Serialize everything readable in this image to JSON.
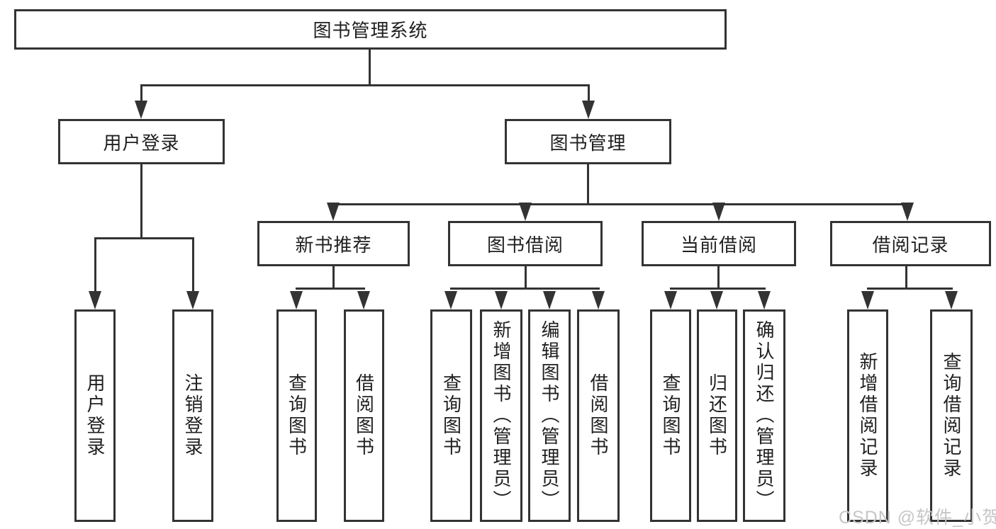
{
  "root": {
    "label": "图书管理系统"
  },
  "level2": {
    "user_login": {
      "label": "用户登录"
    },
    "book_management": {
      "label": "图书管理"
    }
  },
  "level3": {
    "new_book_recommend": {
      "label": "新书推荐"
    },
    "book_borrow": {
      "label": "图书借阅"
    },
    "current_borrow": {
      "label": "当前借阅"
    },
    "borrow_records": {
      "label": "借阅记录"
    }
  },
  "leaves": {
    "user_login": {
      "label": "用户登录"
    },
    "logout": {
      "label": "注销登录"
    },
    "nb_query_books": {
      "label": "查询图书"
    },
    "nb_borrow_books": {
      "label": "借阅图书"
    },
    "bb_query_books": {
      "label": "查询图书"
    },
    "bb_add_books": {
      "label": "新增图书（管理员）"
    },
    "bb_edit_books": {
      "label": "编辑图书（管理员）"
    },
    "bb_borrow_books": {
      "label": "借阅图书"
    },
    "cb_query_books": {
      "label": "查询图书"
    },
    "cb_return_books": {
      "label": "归还图书"
    },
    "cb_confirm_return": {
      "label": "确认归还（管理员）"
    },
    "br_add_record": {
      "label": "新增借阅记录"
    },
    "br_query_record": {
      "label": "查询借阅记录"
    }
  },
  "watermark": {
    "text": "CSDN @软件_小贺同学"
  },
  "colors": {
    "line": "#333333",
    "text": "#1f1f1f",
    "background": "#ffffff",
    "watermark": "#c6c6c6"
  }
}
